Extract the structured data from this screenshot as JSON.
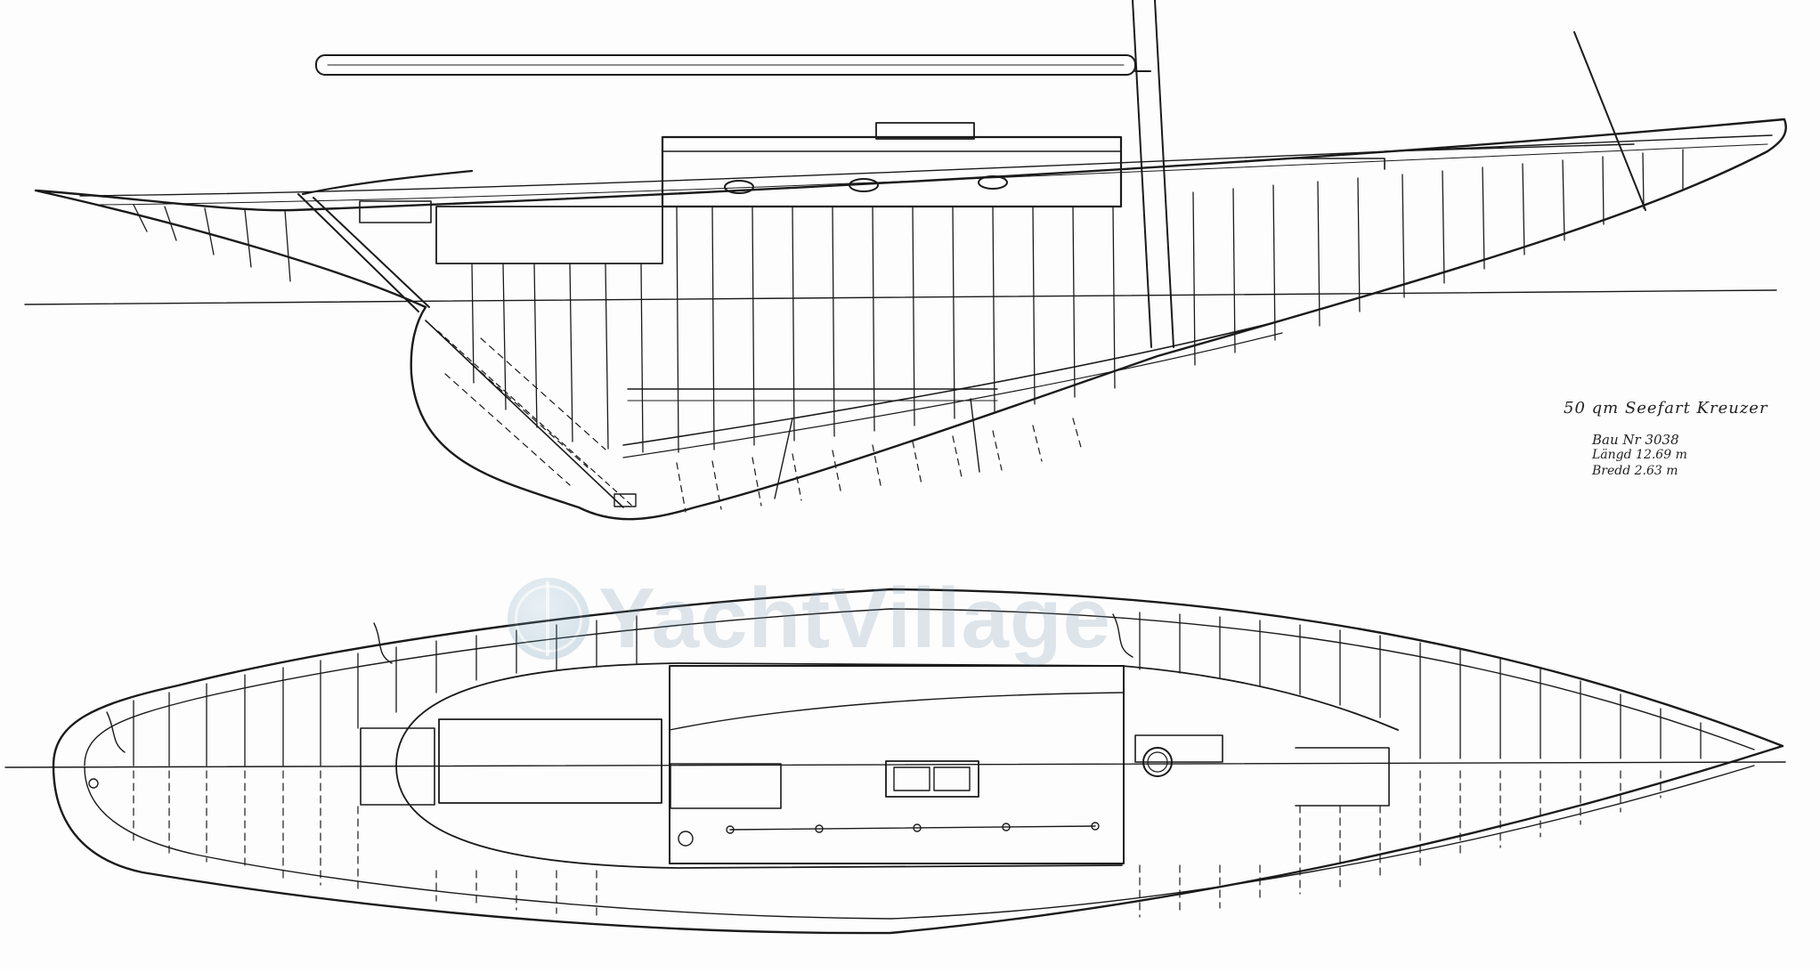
{
  "title_block": {
    "title": "50 qm Seefart Kreuzer",
    "build_number": "Bau Nr 3038",
    "length": "Längd 12.69 m",
    "beam": "Bredd   2.63 m"
  },
  "watermark": {
    "text": "YachtVillage",
    "icon": "globe-icon"
  },
  "colors": {
    "ink": "#1a1a1a",
    "paper": "#fdfdfd"
  }
}
